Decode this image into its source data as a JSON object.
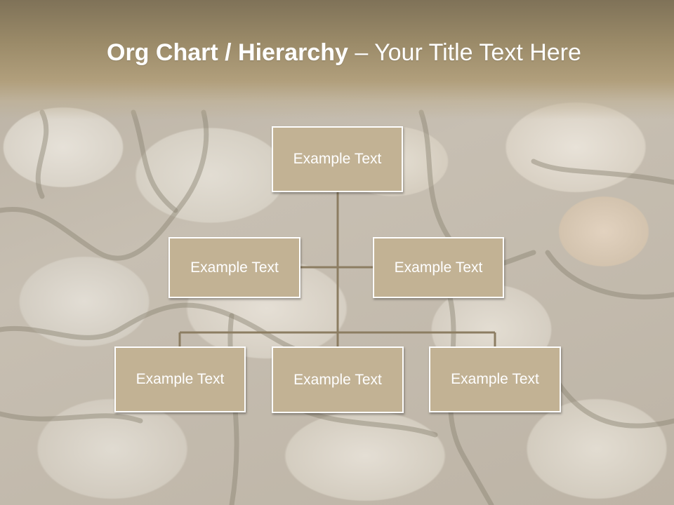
{
  "slide": {
    "title_bold": "Org Chart / Hierarchy",
    "title_separator": " – ",
    "title_rest": "Your Title Text Here"
  },
  "org_chart": {
    "root": {
      "label": "Example Text"
    },
    "assistants": [
      {
        "label": "Example Text"
      },
      {
        "label": "Example Text"
      }
    ],
    "children": [
      {
        "label": "Example Text"
      },
      {
        "label": "Example Text"
      },
      {
        "label": "Example Text"
      }
    ]
  },
  "colors": {
    "node_fill": "#c2b294",
    "node_border": "#ffffff",
    "connector": "#8c7d62",
    "title_band": "#9a8a68",
    "title_text": "#ffffff"
  }
}
